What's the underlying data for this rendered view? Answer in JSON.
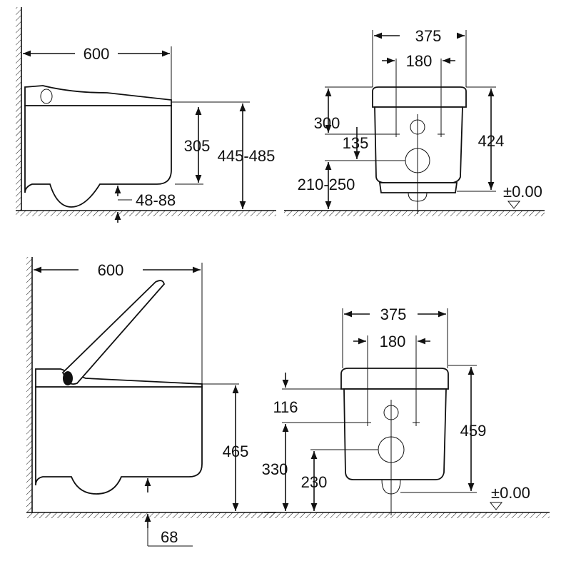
{
  "top_side_view": {
    "width": "600",
    "seat_height": "305",
    "total_height": "445-485",
    "floor_gap": "48-88"
  },
  "top_front_view": {
    "width": "375",
    "fixing_spacing": "180",
    "fixing_height": "300",
    "inlet_offset": "135",
    "total_height": "424",
    "outlet_height": "210-250",
    "floor_level": "±0.00"
  },
  "bottom_side_view": {
    "width": "600",
    "total_height": "465",
    "floor_gap": "68"
  },
  "bottom_front_view": {
    "width": "375",
    "fixing_spacing": "180",
    "inlet_offset": "116",
    "total_height": "459",
    "fixing_height": "330",
    "outlet_height": "230",
    "floor_level": "±0.00"
  }
}
